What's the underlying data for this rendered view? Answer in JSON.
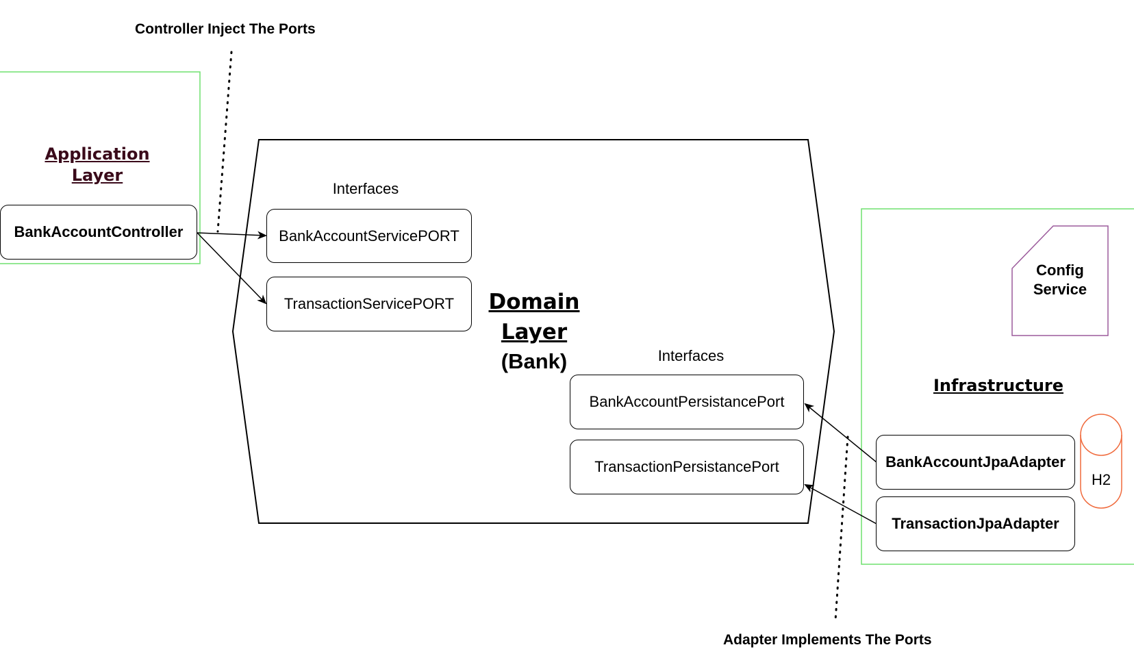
{
  "captions": {
    "top": "Controller Inject The Ports",
    "bottom": "Adapter Implements The Ports"
  },
  "application_layer": {
    "title_line1": "Application",
    "title_line2": "Layer",
    "controller": "BankAccountController",
    "border_color": "#6ee06e",
    "title_color": "#3a0a1a"
  },
  "domain_layer": {
    "title_line1": "Domain",
    "title_line2": "Layer",
    "title_line3": "(Bank)",
    "service_ports_label": "Interfaces",
    "service_ports": [
      "BankAccountServicePORT",
      "TransactionServicePORT"
    ],
    "persistence_ports_label": "Interfaces",
    "persistence_ports": [
      "BankAccountPersistancePort",
      "TransactionPersistancePort"
    ]
  },
  "infrastructure": {
    "title": "Infrastructure",
    "config_line1": "Config",
    "config_line2": "Service",
    "adapters": [
      "BankAccountJpaAdapter",
      "TransactionJpaAdapter"
    ],
    "database": "H2",
    "border_color": "#6ee06e",
    "config_color": "#9b5a9b",
    "database_color": "#f06a3c"
  }
}
